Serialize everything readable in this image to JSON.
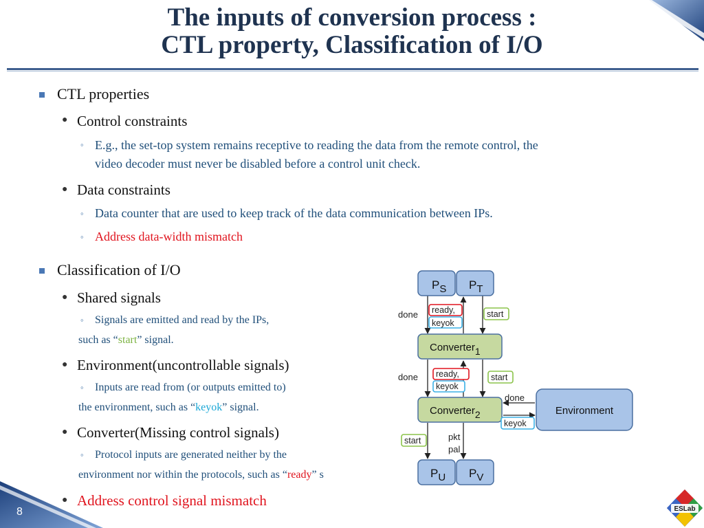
{
  "title": {
    "line1": "The inputs of conversion process :",
    "line2": "CTL property, Classification of I/O"
  },
  "page_number": "8",
  "sections": {
    "ctl": {
      "label": "CTL properties",
      "control": {
        "label": "Control constraints",
        "example_line1": "E.g., the set-top system remains receptive to reading the data from the remote control, the",
        "example_line2": "video decoder must never be disabled before a control unit check."
      },
      "data": {
        "label": "Data constraints",
        "item1": "Data counter that are used to keep track of the data communication between IPs.",
        "item2": "Address data-width mismatch"
      }
    },
    "io": {
      "label": "Classification of I/O",
      "shared": {
        "label": "Shared signals",
        "line1": "Signals are emitted and read by the IPs,",
        "line2_pre": "such as “",
        "line2_kw": "start",
        "line2_post": "” signal."
      },
      "env": {
        "label": "Environment(uncontrollable signals)",
        "line1": "Inputs are read from (or outputs emitted to)",
        "line2_pre": "the environment, such as “",
        "line2_kw": "keyok",
        "line2_post": "” signal."
      },
      "conv": {
        "label": "Converter(Missing control signals)",
        "line1": "Protocol inputs are generated neither by the",
        "line2_pre": "environment nor within the protocols, such as “",
        "line2_kw": "ready",
        "line2_post": "” s"
      },
      "mismatch": "Address control signal mismatch"
    }
  },
  "diagram": {
    "ps_main": "P",
    "ps_sub": "S",
    "pt_main": "P",
    "pt_sub": "T",
    "pu_main": "P",
    "pu_sub": "U",
    "pv_main": "P",
    "pv_sub": "V",
    "conv1_main": "Converter",
    "conv1_sub": "1",
    "conv2_main": "Converter",
    "conv2_sub": "2",
    "environment": "Environment",
    "done1": "done",
    "ready1": "ready,",
    "keyok1": "keyok",
    "start1": "start",
    "done2": "done",
    "ready2": "ready,",
    "keyok2": "keyok",
    "start2": "start",
    "done3": "done",
    "keyok3": "keyok",
    "start3": "start",
    "pkt": "pkt",
    "pal": "pal"
  },
  "logo_text": "ESLab",
  "colors": {
    "title": "#1f3350",
    "accent_red": "#e0141e",
    "sub_blue": "#1f4e79",
    "box_blue": "#a9c4e8",
    "box_green": "#c6d9a0"
  }
}
